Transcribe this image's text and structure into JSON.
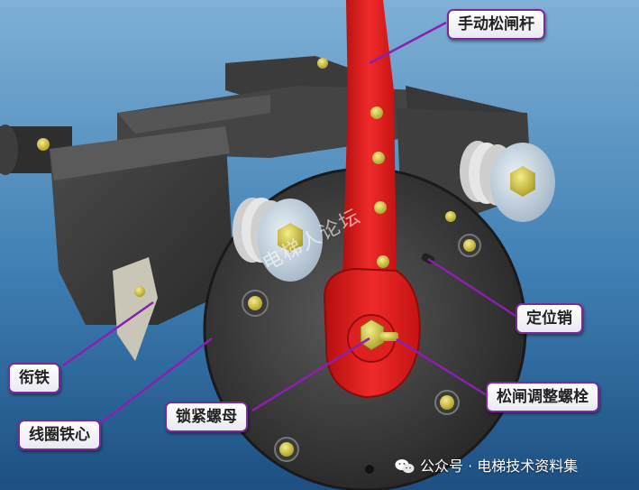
{
  "labels": {
    "manual_release_lever": "手动松闸杆",
    "locating_pin": "定位销",
    "release_adjust_bolt": "松闸调整螺栓",
    "lock_nut": "锁紧螺母",
    "armature": "衔铁",
    "coil_core": "线圈铁心"
  },
  "watermark": "电梯人论坛",
  "account": {
    "icon": "wechat-icon",
    "text": "公众号 · 电梯技术资料集"
  },
  "colors": {
    "lever": "#e01818",
    "callout_border": "#7a2a9a",
    "leader_line": "#8a1fb0"
  }
}
